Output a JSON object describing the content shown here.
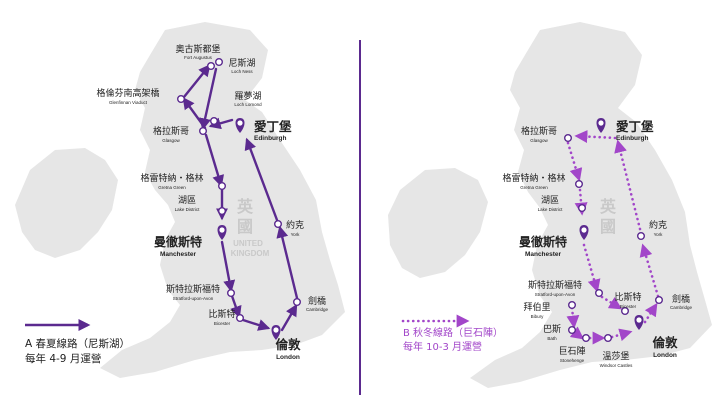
{
  "colors": {
    "route": "#5b2a8f",
    "route_b": "#a246c9",
    "land": "#e6e6e6",
    "divider": "#5b2a8f",
    "watermark": "#c9c9c9",
    "text": "#222222"
  },
  "watermark": {
    "zh1": "英",
    "zh2": "國",
    "en1": "UNITED",
    "en2": "KINGDOM"
  },
  "map_a": {
    "places": {
      "fort_augustus": {
        "zh": "奧古斯都堡",
        "en": "Fort Augustus"
      },
      "loch_ness": {
        "zh": "尼斯湖",
        "en": "Loch Ness"
      },
      "glenfinnan": {
        "zh": "格倫芬南高架橋",
        "en": "Glenfinnan Viaduct"
      },
      "loch_lomond": {
        "zh": "羅夢湖",
        "en": "Loch Lomond"
      },
      "edinburgh": {
        "zh": "愛丁堡",
        "en": "Edinburgh"
      },
      "glasgow": {
        "zh": "格拉斯哥",
        "en": "Glasgow"
      },
      "gretna": {
        "zh": "格雷特納・格林",
        "en": "Gretna Green"
      },
      "lake_district": {
        "zh": "湖區",
        "en": "Lake District"
      },
      "york": {
        "zh": "約克",
        "en": "York"
      },
      "manchester": {
        "zh": "曼徹斯特",
        "en": "Manchester"
      },
      "stratford": {
        "zh": "斯特拉斯福特",
        "en": "Stratford-upon-Avon"
      },
      "cambridge": {
        "zh": "劍橋",
        "en": "Cambridge"
      },
      "bicester": {
        "zh": "比斯特",
        "en": "Bicester"
      },
      "london": {
        "zh": "倫敦",
        "en": "London"
      }
    },
    "legend": {
      "line1": "A 春夏線路（尼斯湖）",
      "line2": "每年 4-9 月運營"
    }
  },
  "map_b": {
    "places": {
      "glasgow": {
        "zh": "格拉斯哥",
        "en": "Glasgow"
      },
      "edinburgh": {
        "zh": "愛丁堡",
        "en": "Edinburgh"
      },
      "gretna": {
        "zh": "格雷特納・格林",
        "en": "Gretna Green"
      },
      "lake_district": {
        "zh": "湖區",
        "en": "Lake District"
      },
      "york": {
        "zh": "約克",
        "en": "York"
      },
      "manchester": {
        "zh": "曼徹斯特",
        "en": "Manchester"
      },
      "stratford": {
        "zh": "斯特拉斯福特",
        "en": "Stratford-upon-Avon"
      },
      "bicester": {
        "zh": "比斯特",
        "en": "Bicester"
      },
      "cambridge": {
        "zh": "劍橋",
        "en": "Cambridge"
      },
      "bibury": {
        "zh": "拜伯里",
        "en": "Bibury"
      },
      "bath": {
        "zh": "巴斯",
        "en": "Bath"
      },
      "stonehenge": {
        "zh": "巨石陣",
        "en": "Stonehenge"
      },
      "windsor": {
        "zh": "溫莎堡",
        "en": "Windsor Castles"
      },
      "london": {
        "zh": "倫敦",
        "en": "London"
      }
    },
    "legend": {
      "line1": "B 秋冬線路（巨石陣）",
      "line2": "每年 10-3 月運營"
    }
  }
}
